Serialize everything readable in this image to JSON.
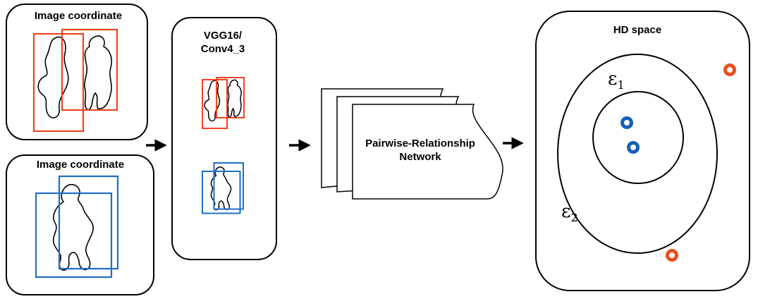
{
  "panels": {
    "image_top": {
      "label": "Image coordinate"
    },
    "image_bottom": {
      "label": "Image coordinate"
    },
    "feature": {
      "label_line1": "VGG16/",
      "label_line2": "Conv4_3"
    },
    "network": {
      "label_line1": "Pairwise-Relationship",
      "label_line2": "Network"
    },
    "hd_space": {
      "label": "HD space",
      "inner_threshold": "ε",
      "inner_sub": "1",
      "outer_threshold": "ε",
      "outer_sub": "2"
    }
  },
  "colors": {
    "red_box": "#ee4422",
    "blue_box": "#1f6fc4",
    "red_point": "#e8501e",
    "blue_point": "#1560b8",
    "stroke": "#000000"
  }
}
